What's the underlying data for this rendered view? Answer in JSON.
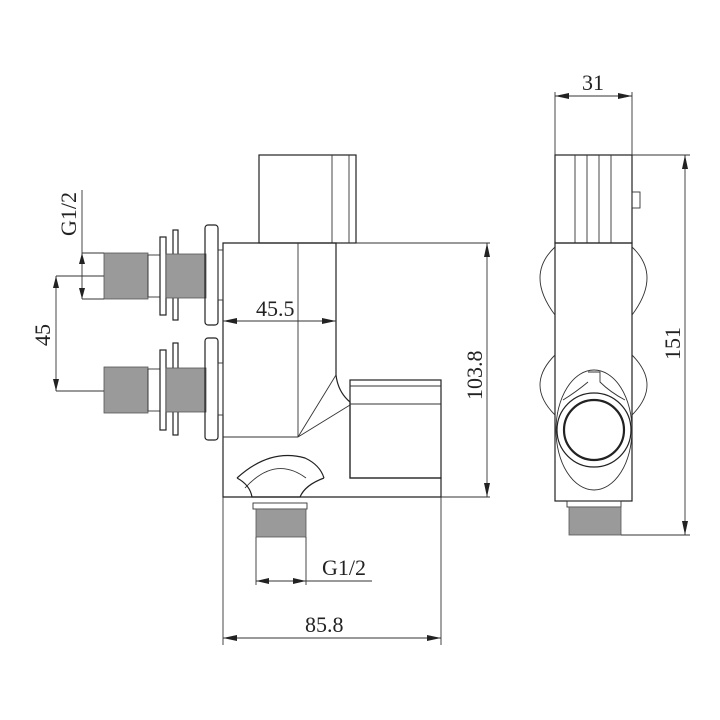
{
  "drawing": {
    "title": "Shower valve technical drawing",
    "views": [
      "front-view",
      "side-view"
    ],
    "stroke_color": "#222222",
    "background": "#ffffff"
  },
  "dimensions": {
    "inlet_thread": "G1/2",
    "inlet_spacing": "45",
    "body_depth": "45.5",
    "body_height": "103.8",
    "outlet_thread": "G1/2",
    "overall_width": "85.8",
    "side_width": "31",
    "side_height": "151"
  }
}
